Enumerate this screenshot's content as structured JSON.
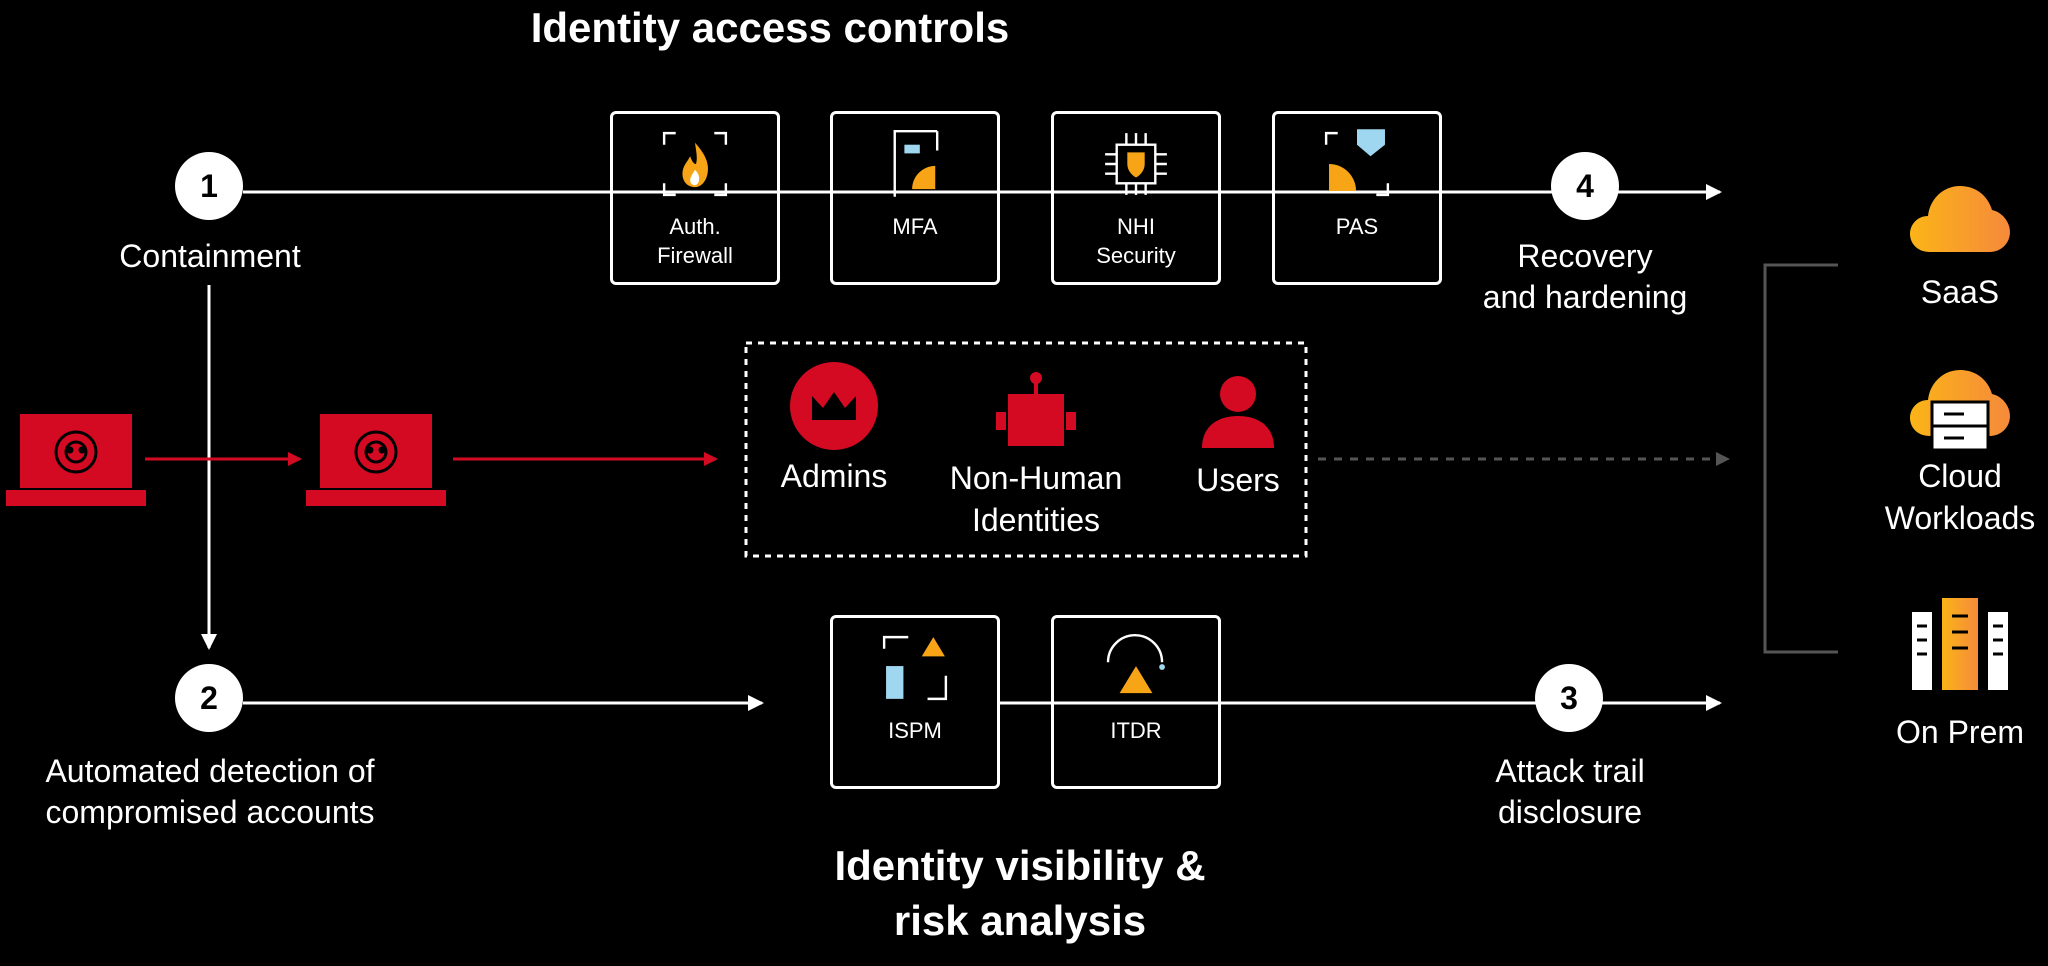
{
  "title_top": "Identity access controls",
  "title_bottom_line1": "Identity visibility &",
  "title_bottom_line2": "risk analysis",
  "steps": {
    "s1": {
      "number": "1",
      "label": "Containment"
    },
    "s2": {
      "number": "2",
      "label_line1": "Automated detection of",
      "label_line2": "compromised accounts"
    },
    "s3": {
      "number": "3",
      "label_line1": "Attack trail",
      "label_line2": "disclosure"
    },
    "s4": {
      "number": "4",
      "label_line1": "Recovery",
      "label_line2": "and hardening"
    }
  },
  "controls": [
    {
      "line1": "Auth.",
      "line2": "Firewall",
      "icon": "auth-firewall-icon"
    },
    {
      "line1": "MFA",
      "line2": "",
      "icon": "mfa-icon"
    },
    {
      "line1": "NHI",
      "line2": "Security",
      "icon": "nhi-chip-icon"
    },
    {
      "line1": "PAS",
      "line2": "",
      "icon": "pas-icon"
    }
  ],
  "visibility": [
    {
      "line1": "ISPM",
      "icon": "ispm-icon"
    },
    {
      "line1": "ITDR",
      "icon": "itdr-icon"
    }
  ],
  "identities": {
    "admins": "Admins",
    "nhi_line1": "Non-Human",
    "nhi_line2": "Identities",
    "users": "Users"
  },
  "targets": {
    "saas": "SaaS",
    "cloud_line1": "Cloud",
    "cloud_line2": "Workloads",
    "onprem": "On Prem"
  },
  "colors": {
    "red": "#d40a23",
    "orange": "#f7a417",
    "light_blue": "#9fd6f0",
    "white": "#ffffff"
  }
}
